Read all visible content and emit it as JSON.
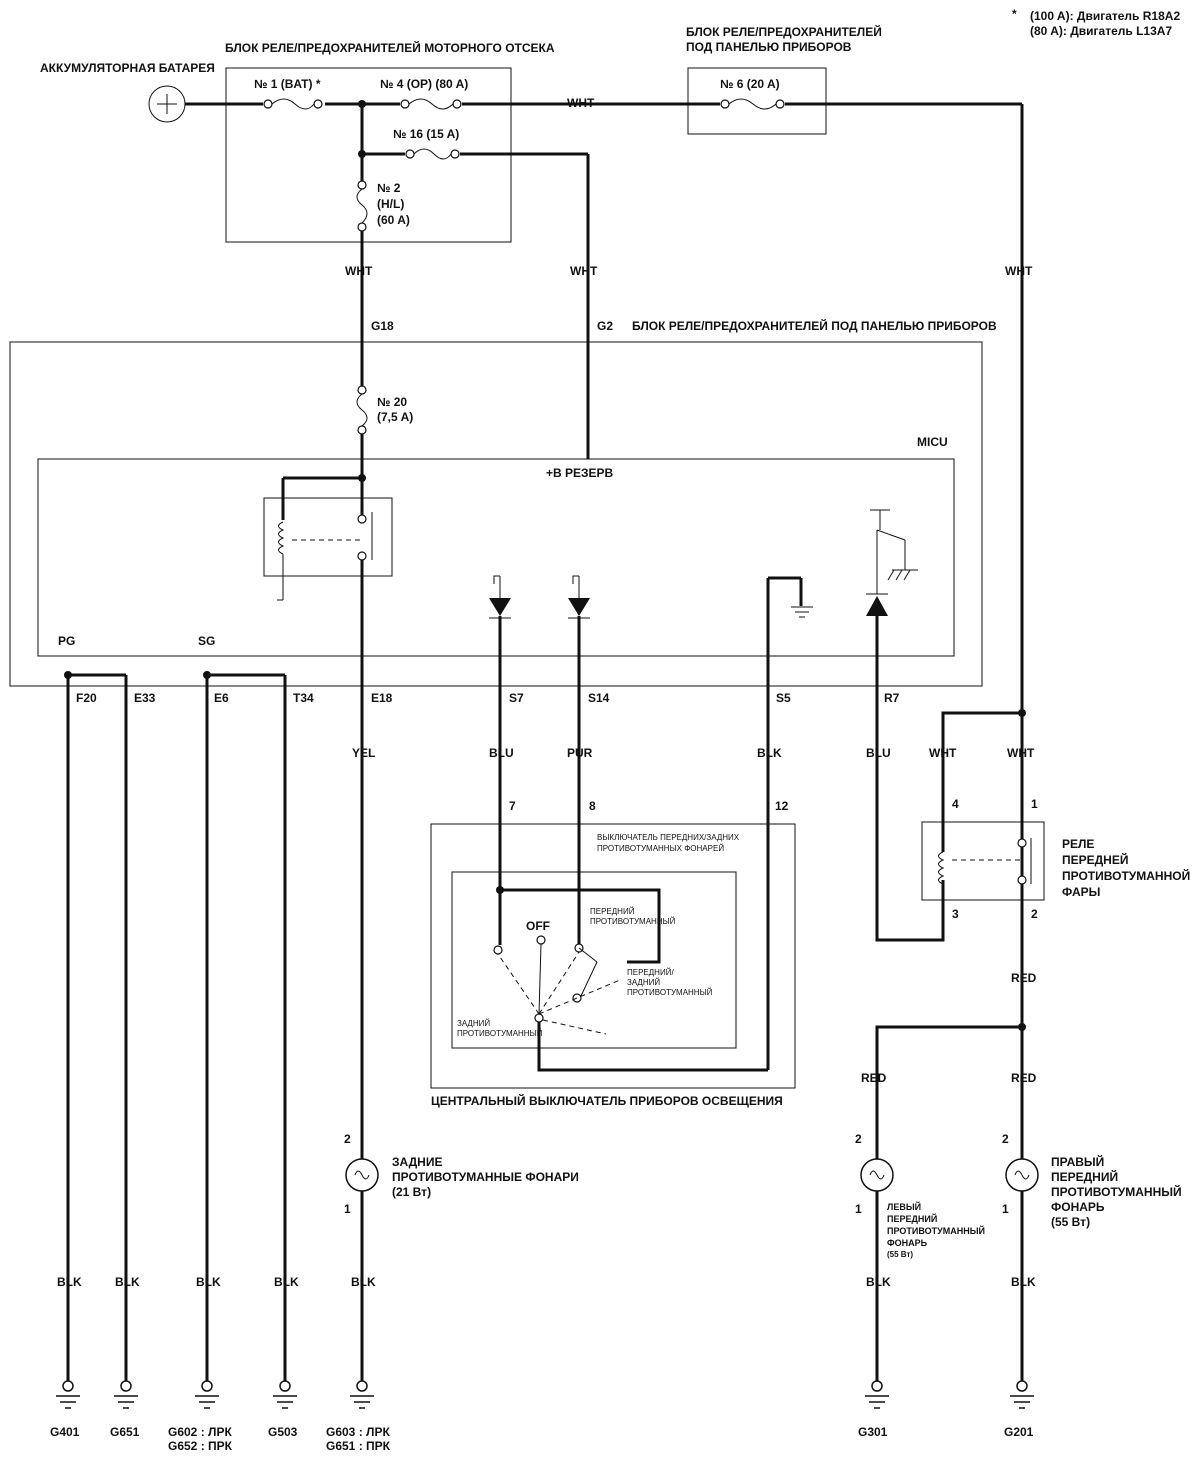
{
  "footnote": {
    "mark": "*",
    "line1": "(100 A): Двигатель R18A2",
    "line2": "(80 A): Двигатель L13A7"
  },
  "battery_label": "АККУМУЛЯТОРНАЯ БАТАРЕЯ",
  "engine_box": {
    "title": "БЛОК РЕЛЕ/ПРЕДОХРАНИТЕЛЕЙ МОТОРНОГО ОТСЕКА",
    "fuse1": "№ 1 (BAT) *",
    "fuse4": "№ 4 (OP) (80 A)",
    "fuse16": "№ 16 (15 A)",
    "fuse2_l1": "№ 2",
    "fuse2_l2": "(H/L)",
    "fuse2_l3": "(60 A)"
  },
  "dash_box_top": {
    "title_l1": "БЛОК РЕЛЕ/ПРЕДОХРАНИТЕЛЕЙ",
    "title_l2": "ПОД ПАНЕЛЬЮ ПРИБОРОВ",
    "fuse6": "№ 6 (20 A)"
  },
  "dash_box_main": {
    "title": "БЛОК РЕЛЕ/ПРЕДОХРАНИТЕЛЕЙ ПОД ПАНЕЛЬЮ ПРИБОРОВ",
    "fuse20_l1": "№ 20",
    "fuse20_l2": "(7,5 A)",
    "micu": "MICU",
    "backup": "+B РЕЗЕРВ",
    "pg": "PG",
    "sg": "SG"
  },
  "wires": {
    "wht_top": "WHT",
    "wht_g18": "WHT",
    "wht_g2": "WHT",
    "wht_right": "WHT",
    "g18": "G18",
    "g2": "G2",
    "f20": "F20",
    "e33": "E33",
    "e6": "E6",
    "t34": "T34",
    "e18": "E18",
    "s7": "S7",
    "s14": "S14",
    "s5": "S5",
    "r7": "R7",
    "yel": "YEL",
    "blu1": "BLU",
    "pur": "PUR",
    "blk_s5": "BLK",
    "blu2": "BLU",
    "wht_relay4": "WHT",
    "wht_relay1": "WHT",
    "red1": "RED",
    "red2": "RED",
    "red3": "RED"
  },
  "switch": {
    "pin7": "7",
    "pin8": "8",
    "pin12": "12",
    "title_l1": "ВЫКЛЮЧАТЕЛЬ ПЕРЕДНИХ/ЗАДНИХ",
    "title_l2": "ПРОТИВОТУМАННЫХ ФОНАРЕЙ",
    "off": "OFF",
    "front_l1": "ПЕРЕДНИЙ",
    "front_l2": "ПРОТИВОТУМАННЫЙ",
    "fr_l1": "ПЕРЕДНИЙ/",
    "fr_l2": "ЗАДНИЙ",
    "fr_l3": "ПРОТИВОТУМАННЫЙ",
    "rear_l1": "ЗАДНИЙ",
    "rear_l2": "ПРОТИВОТУМАННЫЙ",
    "central": "ЦЕНТРАЛЬНЫЙ ВЫКЛЮЧАТЕЛЬ ПРИБОРОВ ОСВЕЩЕНИЯ"
  },
  "relay": {
    "pin4": "4",
    "pin1": "1",
    "pin3": "3",
    "pin2": "2",
    "label_l1": "РЕЛЕ",
    "label_l2": "ПЕРЕДНЕЙ",
    "label_l3": "ПРОТИВОТУМАННОЙ",
    "label_l4": "ФАРЫ"
  },
  "rear_lamp": {
    "pin2": "2",
    "pin1": "1",
    "l1": "ЗАДНИЕ",
    "l2": "ПРОТИВОТУМАННЫЕ ФОНАРИ",
    "l3": "(21 Вт)"
  },
  "left_lamp": {
    "pin2": "2",
    "pin1": "1",
    "l1": "ЛЕВЫЙ",
    "l2": "ПЕРЕДНИЙ",
    "l3": "ПРОТИВОТУМАННЫЙ",
    "l4": "ФОНАРЬ",
    "l5": "(55 Вт)"
  },
  "right_lamp": {
    "pin2": "2",
    "pin1": "1",
    "l1": "ПРАВЫЙ",
    "l2": "ПЕРЕДНИЙ",
    "l3": "ПРОТИВОТУМАННЫЙ",
    "l4": "ФОНАРЬ",
    "l5": "(55 Вт)"
  },
  "grounds": {
    "blk": [
      "BLK",
      "BLK",
      "BLK",
      "BLK",
      "BLK",
      "BLK",
      "BLK"
    ],
    "g401": "G401",
    "g651": "G651",
    "g602": "G602 : ЛРК",
    "g652": "G652 : ПРК",
    "g503": "G503",
    "g603": "G603 : ЛРК",
    "g651b": "G651 : ПРК",
    "g301": "G301",
    "g201": "G201"
  }
}
